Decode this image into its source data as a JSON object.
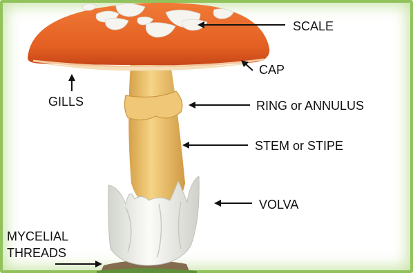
{
  "labels": {
    "scale": "SCALE",
    "cap": "CAP",
    "gills": "GILLS",
    "ring": "RING or ANNULUS",
    "stem": "STEM or STIPE",
    "volva": "VOLVA",
    "mycelial_line1": "MYCELIAL",
    "mycelial_line2": "THREADS"
  },
  "icons": {
    "pointer": "arrow-icon"
  },
  "colors": {
    "cap": "#e35f22",
    "cap_shadow": "#c84718",
    "cap_rim": "#f4c9a0",
    "stem": "#f0c56b",
    "stem_shadow": "#d5a049",
    "volva": "#f2f2ee",
    "volva_shadow": "#d2d4cd",
    "frame": "#92c25b",
    "arrow": "#111111"
  }
}
